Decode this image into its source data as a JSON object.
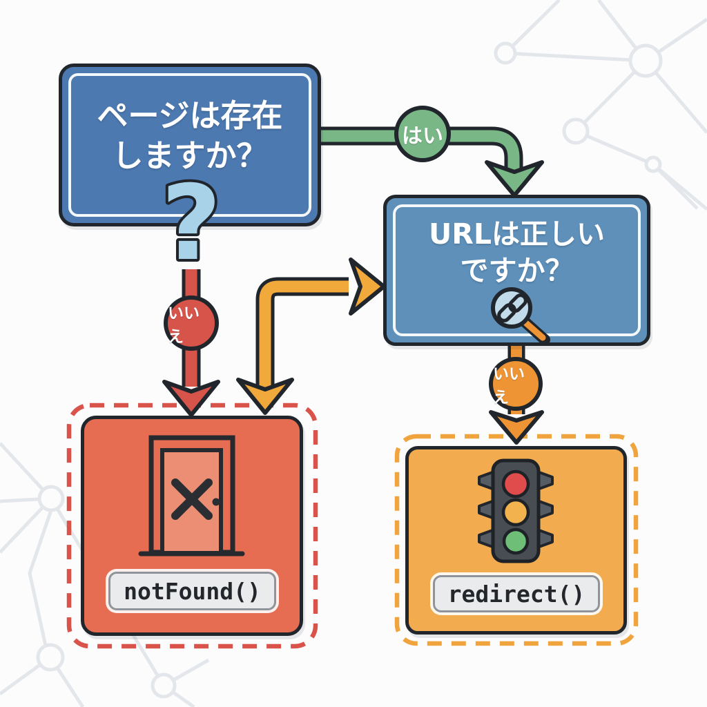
{
  "diagram_type": "flowchart",
  "background": {
    "color": "#fcfcfd",
    "network_decoration_color": "#e3e7eb"
  },
  "outline_color": "#20262c",
  "nodes": {
    "page_exists": {
      "line1": "ページは存在",
      "line2": "しますか？",
      "fill": "#4c79b0",
      "icon": "question-mark-icon"
    },
    "url_correct": {
      "line1": "URLは正しい",
      "line2": "ですか？",
      "fill": "#5e90ba",
      "icon": "magnifier-link-icon"
    },
    "not_found": {
      "code": "notFound()",
      "fill": "#e66c52",
      "dash_border": "#d9534b",
      "icon": "door-with-x-icon"
    },
    "redirect": {
      "code": "redirect()",
      "fill": "#f2ac4f",
      "dash_border": "#f0a43e",
      "icon": "traffic-light-icon"
    }
  },
  "edges": {
    "yes": {
      "label": "はい",
      "color": "#79b787",
      "from": "page_exists",
      "to": "url_correct"
    },
    "no_left": {
      "label": "いいえ",
      "color": "#d7544b",
      "from": "page_exists",
      "to": "not_found"
    },
    "no_right": {
      "label": "いいえ",
      "color": "#ee9434",
      "from": "url_correct",
      "to": "redirect"
    },
    "elbow_double": {
      "label": "",
      "color": "#f2a93b",
      "from": "not_found",
      "to": "url_correct"
    }
  },
  "icons": {
    "question_mark_glyph": "?"
  }
}
